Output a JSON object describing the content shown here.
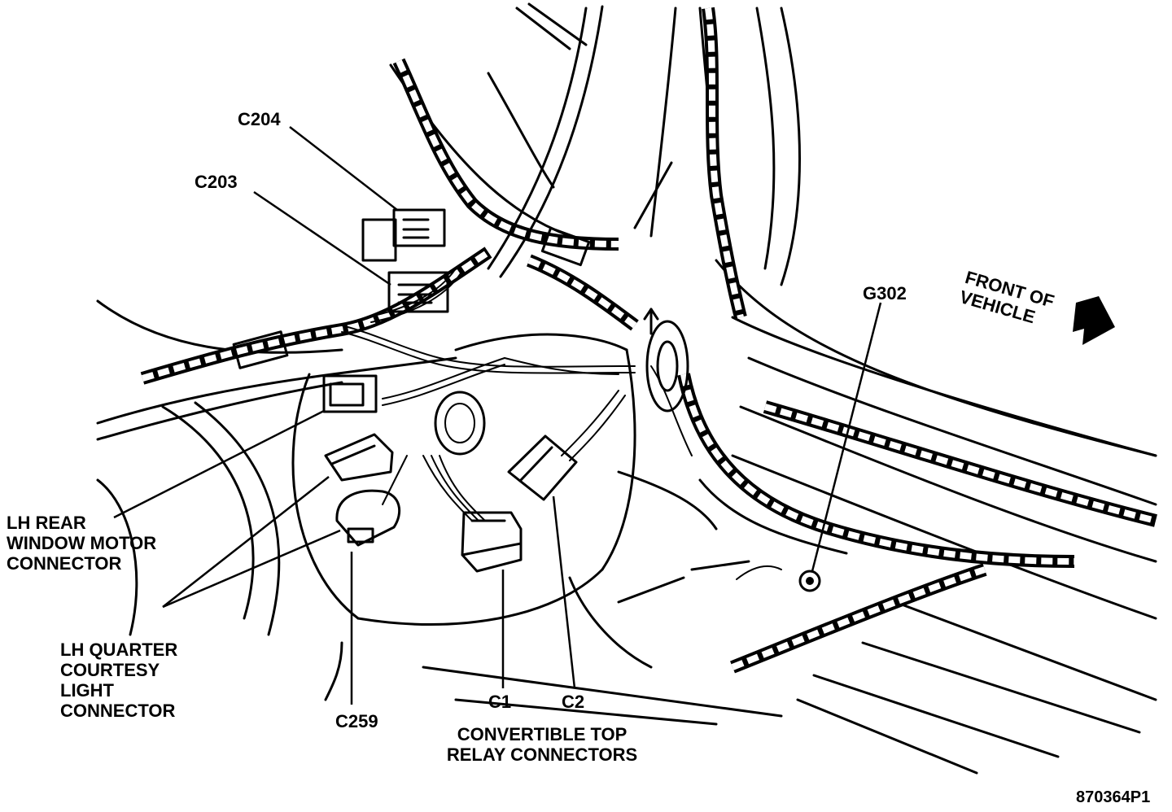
{
  "labels": {
    "c204": "C204",
    "c203": "C203",
    "g302": "G302",
    "front_line1": "FRONT OF",
    "front_line2": "VEHICLE",
    "lh_rear_line1": "LH REAR",
    "lh_rear_line2": "WINDOW MOTOR",
    "lh_rear_line3": "CONNECTOR",
    "lh_quarter_line1": "LH QUARTER",
    "lh_quarter_line2": "COURTESY",
    "lh_quarter_line3": "LIGHT",
    "lh_quarter_line4": "CONNECTOR",
    "c259": "C259",
    "c1": "C1",
    "c2": "C2",
    "relay_line1": "CONVERTIBLE TOP",
    "relay_line2": "RELAY CONNECTORS",
    "figure_id": "870364P1"
  },
  "icons": {
    "front_arrow": "arrow-right-icon"
  },
  "colors": {
    "ink": "#000000",
    "paper": "#ffffff"
  }
}
